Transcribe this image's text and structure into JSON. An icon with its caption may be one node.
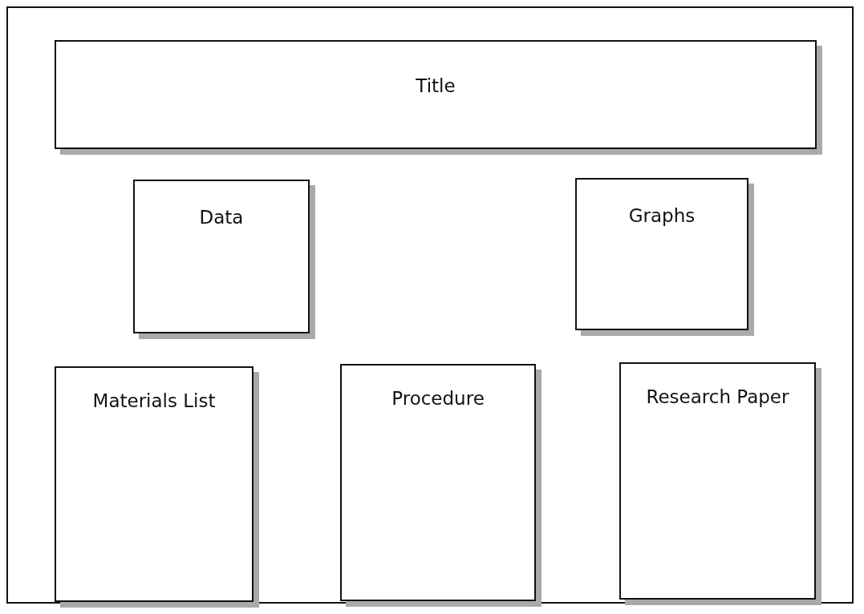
{
  "diagram": {
    "nodes": [
      {
        "text": [
          "Title"
        ]
      },
      {
        "text": [
          "Data"
        ]
      },
      {
        "text": [
          "Graphs"
        ]
      },
      {
        "text": [
          "Materials List"
        ]
      },
      {
        "text": [
          "Procedure"
        ]
      },
      {
        "text": [
          "Research Paper"
        ]
      }
    ],
    "edges": []
  }
}
